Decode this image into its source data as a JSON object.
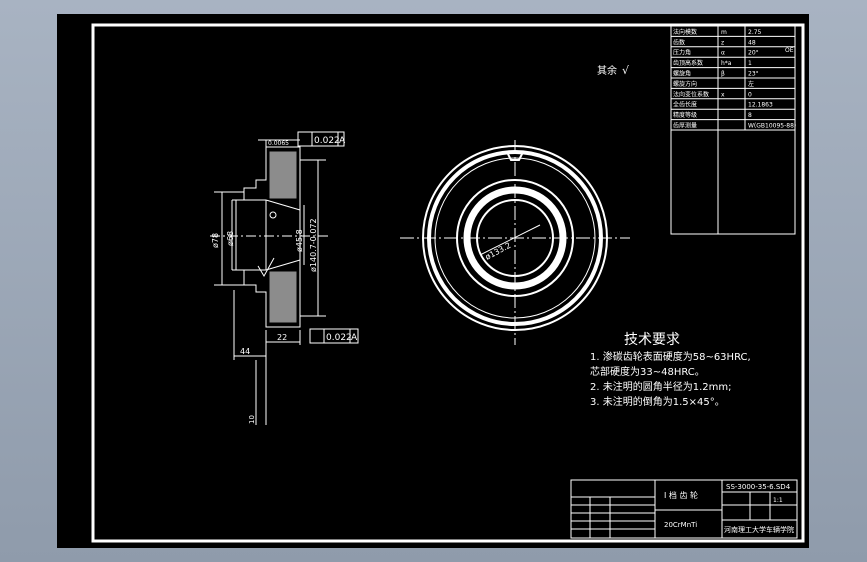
{
  "drawing": {
    "other_surfaces_note": "其余",
    "surface_symbol": "√",
    "tolerance_top": "0.022",
    "tolerance_bottom": "0.022",
    "datum": "A",
    "small_tol": "0.0065",
    "dim_78": "ø78",
    "dim_68": "ø68",
    "dim_inner_bore": "ø45.8",
    "dim_outer": "ø140.7-0.072",
    "dim_22": "22",
    "dim_44": "44",
    "dim_10": "10",
    "dim_circle": "ø133.2",
    "tech_req_title": "技术要求",
    "tech_req_lines": [
      "1. 渗碳齿轮表面硬度为58~63HRC,",
      "芯部硬度为33~48HRC。",
      "2. 未注明的圆角半径为1.2mm;",
      "3. 未注明的倒角为1.5×45°。"
    ]
  },
  "param_table": {
    "rows": [
      [
        "法向模数",
        "m",
        "2.75"
      ],
      [
        "齿数",
        "z",
        "48"
      ],
      [
        "压力角",
        "α",
        "20°"
      ],
      [
        "齿顶高系数",
        "h*a",
        "1"
      ],
      [
        "螺旋角",
        "β",
        "23°"
      ],
      [
        "螺旋方向",
        "",
        "左"
      ],
      [
        "法向变位系数",
        "x",
        "0"
      ],
      [
        "全齿长度",
        "",
        "12.1863"
      ],
      [
        "精度等级",
        "",
        "8"
      ],
      [
        "齿厚测量",
        "",
        "W(GB10095-88)"
      ]
    ],
    "right_mark": "OE"
  },
  "title_block": {
    "drawing_number": "SS-3000-35-6.SD4",
    "part_name": "I 档 齿 轮",
    "material": "20CrMnTi",
    "scale": "1:1",
    "school": "河南理工大学车辆学院"
  }
}
